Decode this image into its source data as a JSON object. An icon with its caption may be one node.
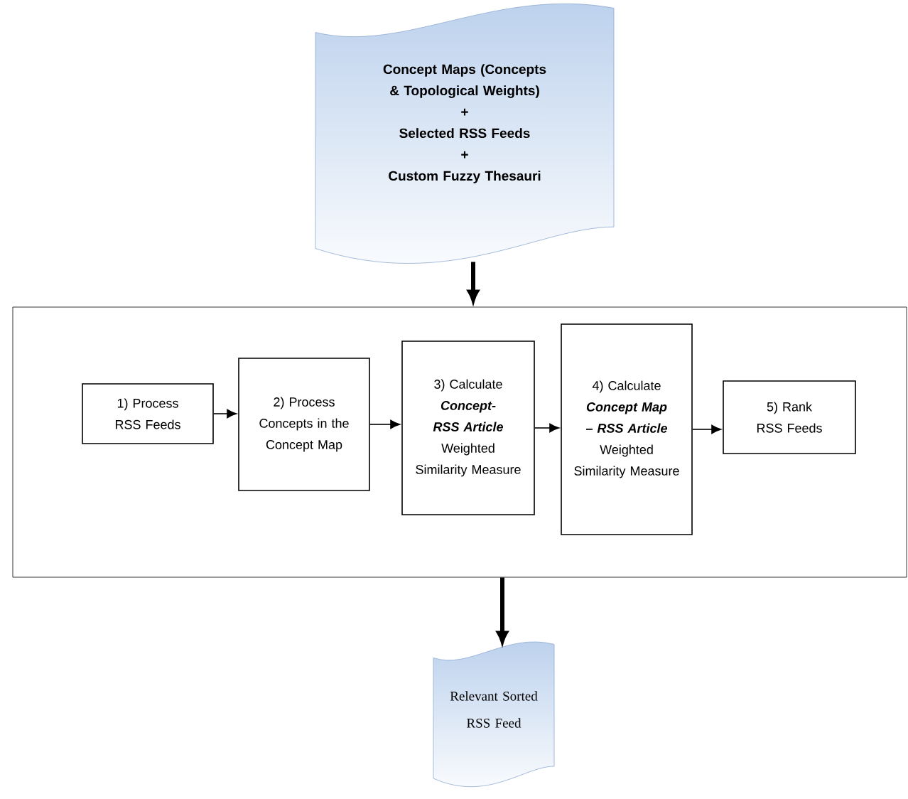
{
  "diagram": {
    "nodes": [
      {
        "text": [
          "Concept Maps (Concepts & Topological Weights)",
          "+",
          "Selected RSS Feeds",
          "+",
          "Custom Fuzzy Thesauri"
        ]
      },
      {
        "text": [],
        "shape": "box"
      },
      {
        "text": [
          "1) Process RSS Feeds"
        ],
        "in": 1
      },
      {
        "text": [
          "2) Process Concepts in the Concept Map"
        ],
        "in": 1
      },
      {
        "text": [
          "3) Calculate",
          "Concept-RSS Article",
          "Weighted Similarity Measure"
        ],
        "in": 1
      },
      {
        "text": [
          "4) Calculate",
          "Concept Map – RSS Article",
          "Weighted Similarity Measure"
        ],
        "in": 1
      },
      {
        "text": [
          "5) Rank RSS Feeds"
        ],
        "in": 1
      },
      {
        "text": [
          "Relevant Sorted RSS Feed"
        ]
      }
    ],
    "edges": [
      {
        "from": 0,
        "to": 1,
        "arrow": "to",
        "style": "thick"
      },
      {
        "from": 2,
        "to": 3,
        "arrow": "to"
      },
      {
        "from": 3,
        "to": 4,
        "arrow": "to"
      },
      {
        "from": 4,
        "to": 5,
        "arrow": "to"
      },
      {
        "from": 5,
        "to": 6,
        "arrow": "to"
      },
      {
        "from": 1,
        "to": 7,
        "arrow": "to",
        "style": "thick"
      }
    ]
  }
}
